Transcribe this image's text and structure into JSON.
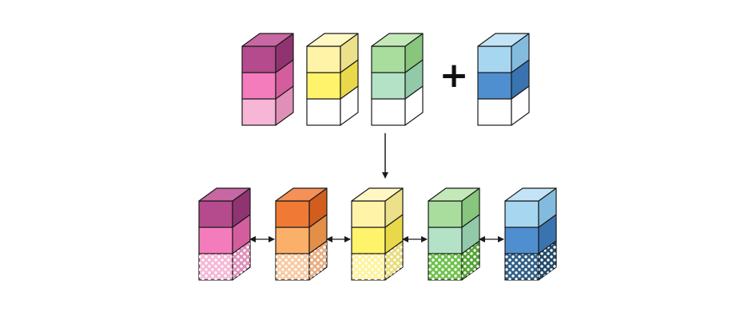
{
  "operator": "+",
  "colors": {
    "stroke": "#1a1a1a",
    "arrow": "#1a1a1a",
    "dot": "#ffffff",
    "empty_cell": "#ffffff"
  },
  "input_stacks": [
    {
      "id": "magenta",
      "cells": [
        {
          "front": "#f7b6d6",
          "side": "#e08fb9",
          "top": null,
          "pattern": false
        },
        {
          "front": "#f47cbc",
          "side": "#d45d9e",
          "top": null,
          "pattern": false
        },
        {
          "front": "#b54a8c",
          "side": "#8f3470",
          "top": "#c767a4",
          "pattern": false
        }
      ]
    },
    {
      "id": "yellow",
      "cells": [
        {
          "front": "#ffffff",
          "side": "#ffffff",
          "top": null,
          "pattern": false
        },
        {
          "front": "#fef36a",
          "side": "#e9d94a",
          "top": null,
          "pattern": false
        },
        {
          "front": "#fff3a8",
          "side": "#ede08a",
          "top": "#fff8c4",
          "pattern": false
        }
      ]
    },
    {
      "id": "green",
      "cells": [
        {
          "front": "#ffffff",
          "side": "#ffffff",
          "top": null,
          "pattern": false
        },
        {
          "front": "#b3e2c7",
          "side": "#92c9a8",
          "top": null,
          "pattern": false
        },
        {
          "front": "#a9dd9e",
          "side": "#88c57d",
          "top": "#c3e9b8",
          "pattern": false
        }
      ]
    },
    {
      "id": "blue",
      "cells": [
        {
          "front": "#ffffff",
          "side": "#ffffff",
          "top": null,
          "pattern": false
        },
        {
          "front": "#4f8fcf",
          "side": "#3a74b0",
          "top": null,
          "pattern": false
        },
        {
          "front": "#a7d6f1",
          "side": "#82bbdd",
          "top": "#c3e4f6",
          "pattern": false
        }
      ]
    }
  ],
  "output_stacks": [
    {
      "id": "magenta-out",
      "cells": [
        {
          "front": "#f7b6d6",
          "side": "#e08fb9",
          "top": null,
          "pattern": true
        },
        {
          "front": "#f47cbc",
          "side": "#d45d9e",
          "top": null,
          "pattern": false
        },
        {
          "front": "#b54a8c",
          "side": "#8f3470",
          "top": "#c767a4",
          "pattern": false
        }
      ]
    },
    {
      "id": "orange-out",
      "cells": [
        {
          "front": "#f9c9a0",
          "side": "#e8ad80",
          "top": null,
          "pattern": true
        },
        {
          "front": "#fbb069",
          "side": "#e48f48",
          "top": null,
          "pattern": false
        },
        {
          "front": "#f07a35",
          "side": "#d15e1f",
          "top": "#f49058",
          "pattern": false
        }
      ]
    },
    {
      "id": "yellow-out",
      "cells": [
        {
          "front": "#fff29a",
          "side": "#e9dc7a",
          "top": null,
          "pattern": true
        },
        {
          "front": "#fef36a",
          "side": "#e9d94a",
          "top": null,
          "pattern": false
        },
        {
          "front": "#fff3a8",
          "side": "#ede08a",
          "top": "#fff8c4",
          "pattern": false
        }
      ]
    },
    {
      "id": "green-out",
      "cells": [
        {
          "front": "#6cc24a",
          "side": "#52a434",
          "top": null,
          "pattern": true
        },
        {
          "front": "#b3e2c7",
          "side": "#92c9a8",
          "top": null,
          "pattern": false
        },
        {
          "front": "#a9dd9e",
          "side": "#88c57d",
          "top": "#c3e9b8",
          "pattern": false
        }
      ]
    },
    {
      "id": "blue-out",
      "cells": [
        {
          "front": "#2f5f86",
          "side": "#22496a",
          "top": null,
          "pattern": true
        },
        {
          "front": "#4f8fcf",
          "side": "#3a74b0",
          "top": null,
          "pattern": false
        },
        {
          "front": "#a7d6f1",
          "side": "#82bbdd",
          "top": "#c3e4f6",
          "pattern": false
        }
      ]
    }
  ]
}
